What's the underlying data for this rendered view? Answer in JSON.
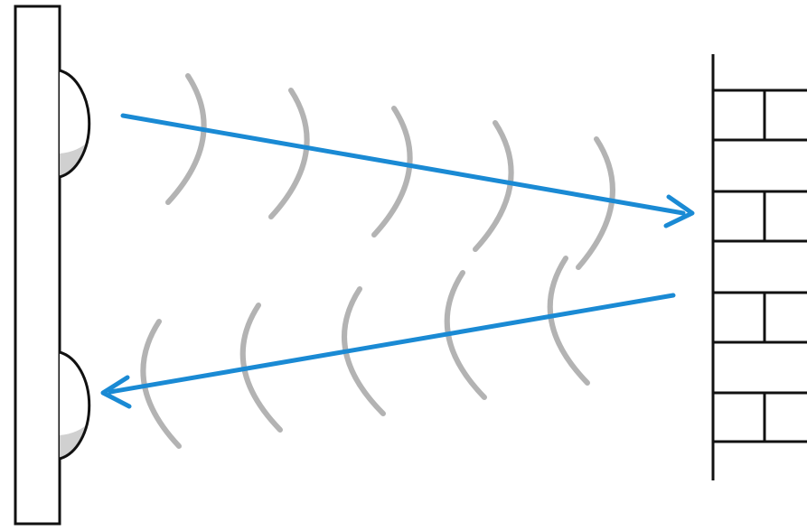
{
  "diagram": {
    "description_free": true,
    "colors": {
      "background": "#ffffff",
      "outline": "#111111",
      "sensor_shadow": "#d0d0d0",
      "signal_arrow": "#1a8ad4",
      "wave": "#b3b3b3"
    },
    "parts": {
      "sensor_board": "sensor-board",
      "transmitter": "transmitter",
      "receiver": "receiver",
      "wall": "brick-wall",
      "outgoing_arrow": "outgoing-signal-arrow",
      "return_arrow": "return-signal-arrow"
    }
  }
}
